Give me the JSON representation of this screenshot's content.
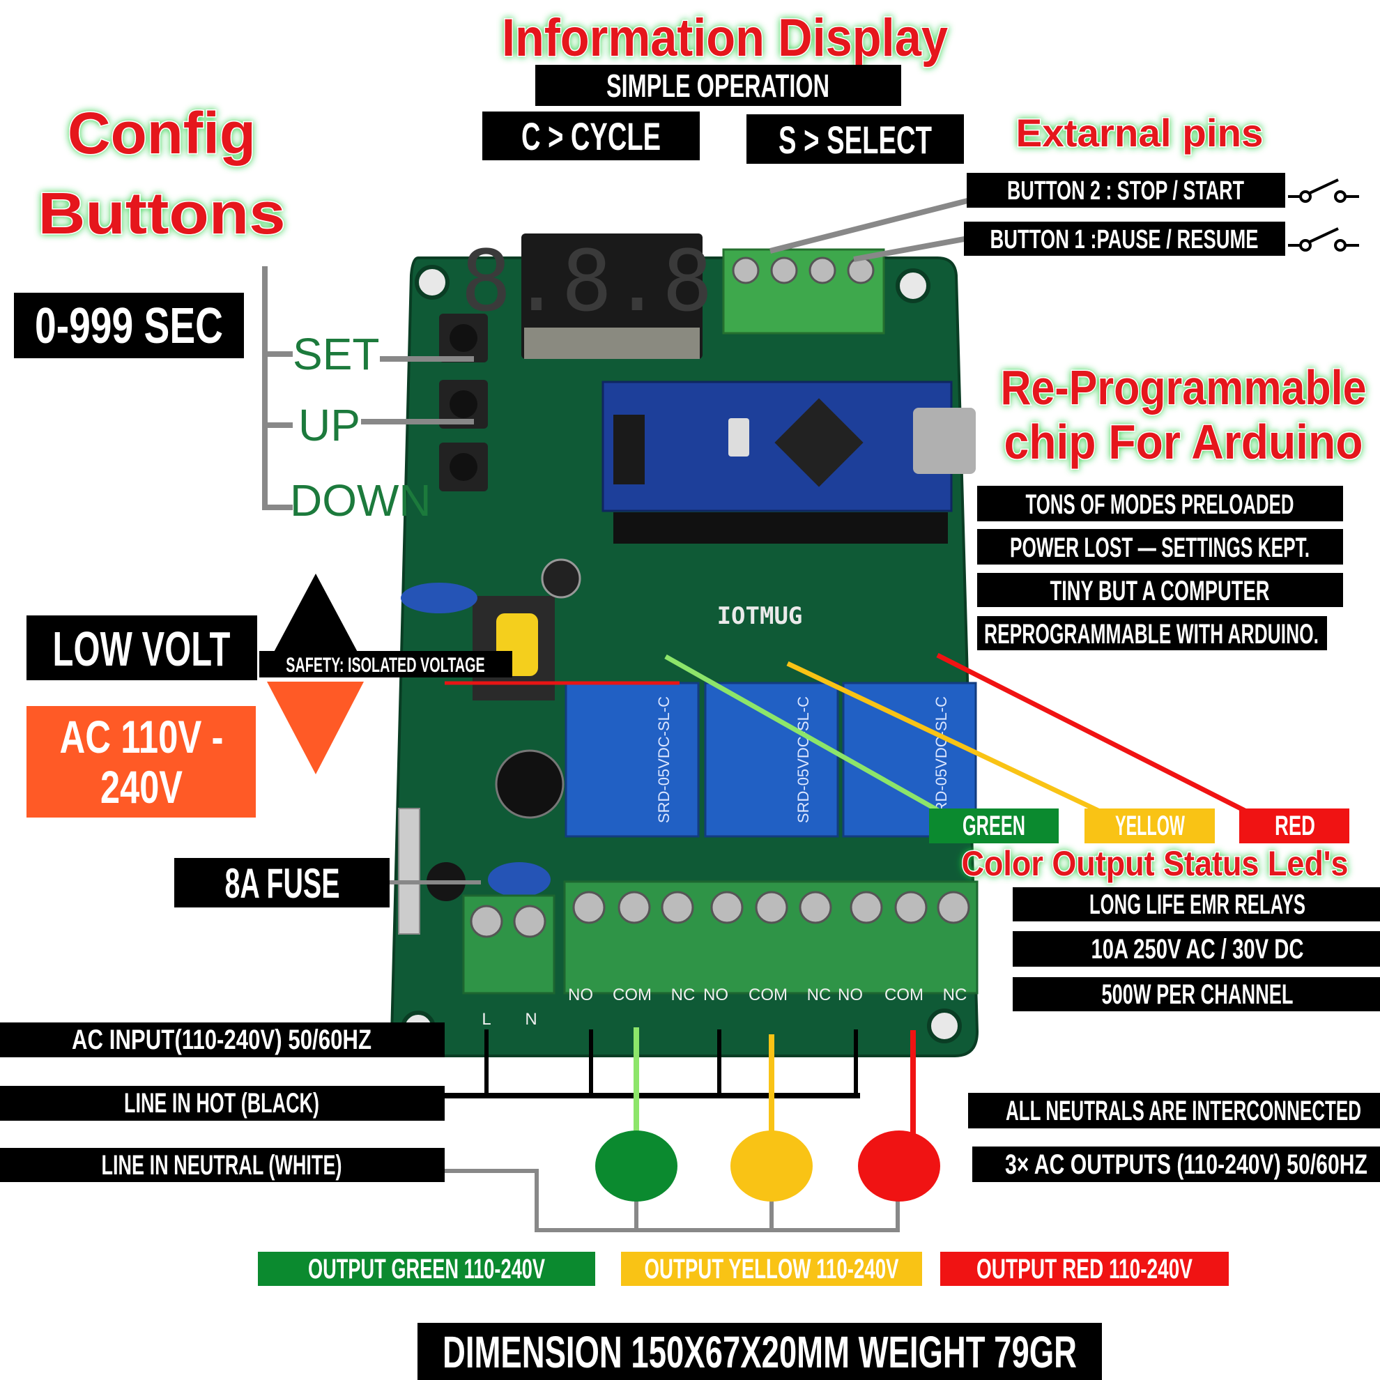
{
  "header": {
    "title": "Information Display",
    "subtitle": "SIMPLE OPERATION",
    "cycle": "C > CYCLE",
    "select": "S > SELECT"
  },
  "external_pins": {
    "title": "Extarnal pins",
    "button2": "BUTTON 2 : STOP / START",
    "button1": "BUTTON 1 :PAUSE / RESUME"
  },
  "config": {
    "title_line1": "Config",
    "title_line2": "Buttons",
    "range": "0-999 SEC",
    "set": "SET",
    "up": "UP",
    "down": "DOWN"
  },
  "arduino": {
    "title_line1": "Re-Programmable",
    "title_line2": "chip For Arduino",
    "features": [
      "TONS OF MODES PRELOADED",
      "POWER LOST — SETTINGS KEPT.",
      "TINY BUT A COMPUTER",
      "REPROGRAMMABLE WITH ARDUINO."
    ]
  },
  "power": {
    "low_volt": "LOW VOLT",
    "safety": "SAFETY: ISOLATED VOLTAGE",
    "ac_line1": "AC 110V -",
    "ac_line2": "240V",
    "fuse": "8A FUSE"
  },
  "leds": {
    "green": "GREEN",
    "yellow": "YELLOW",
    "red": "RED",
    "title": "Color Output Status Led's"
  },
  "relays": {
    "features": [
      "LONG LIFE EMR RELAYS",
      "10A 250V AC / 30V DC",
      "500W PER CHANNEL"
    ]
  },
  "wiring": {
    "ac_input": "AC INPUT(110-240V) 50/60HZ",
    "line_hot": "LINE IN HOT (BLACK)",
    "line_neutral": "LINE IN NEUTRAL (WHITE)",
    "neutrals": "ALL NEUTRALS ARE INTERCONNECTED",
    "outputs": "3× AC OUTPUTS (110-240V) 50/60HZ",
    "out_green": "OUTPUT  GREEN 110-240V",
    "out_yellow": "OUTPUT  YELLOW 110-240V",
    "out_red": "OUTPUT  RED 110-240V"
  },
  "board": {
    "brand": "IOTMUG",
    "display": "8.8.8.",
    "terminals": [
      "NO",
      "COM",
      "NC",
      "NO",
      "COM",
      "NC",
      "NO",
      "COM",
      "NC"
    ],
    "power_terminals": [
      "L",
      "N"
    ]
  },
  "footer": {
    "dimension": "DIMENSION 150X67X20MM  WEIGHT 79GR"
  },
  "colors": {
    "green": "#0b8a2f",
    "yellow": "#f9c315",
    "red": "#f01313",
    "orange": "#ff5a26",
    "pcb": "#0f5a36"
  }
}
